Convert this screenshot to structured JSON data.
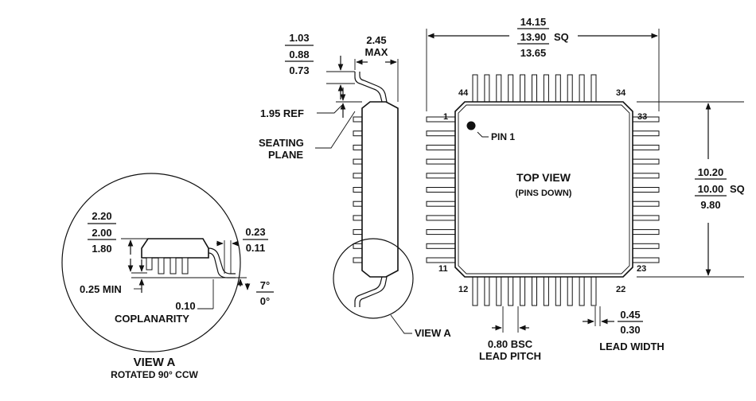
{
  "header": {
    "partial_text": ""
  },
  "top_view": {
    "title": "TOP VIEW",
    "subtitle": "(PINS DOWN)",
    "pin1_label": "PIN 1",
    "pin_numbers": {
      "p1": "1",
      "p11": "11",
      "p12": "12",
      "p22": "22",
      "p23": "23",
      "p33": "33",
      "p34": "34",
      "p44": "44"
    },
    "width_dims": {
      "max": "14.15",
      "nom": "13.90",
      "min": "13.65",
      "suffix": "SQ"
    },
    "height_dims": {
      "max": "10.20",
      "nom": "10.00",
      "min": "9.80",
      "suffix": "SQ"
    },
    "lead_pitch": {
      "value": "0.80 BSC",
      "label": "LEAD PITCH"
    },
    "lead_width": {
      "max": "0.45",
      "min": "0.30",
      "label": "LEAD WIDTH"
    }
  },
  "side_view": {
    "lead_dims": {
      "max": "1.03",
      "nom": "0.88",
      "min": "0.73"
    },
    "height_max": {
      "value": "2.45",
      "label": "MAX"
    },
    "ref": "1.95 REF",
    "seating_plane": [
      "SEATING",
      "PLANE"
    ],
    "view_ref": "VIEW A"
  },
  "detail_view": {
    "title": "VIEW A",
    "subtitle": "ROTATED 90° CCW",
    "height_dims": {
      "max": "2.20",
      "nom": "2.00",
      "min": "1.80"
    },
    "standoff": "0.25 MIN",
    "lead_thickness": {
      "max": "0.23",
      "min": "0.11"
    },
    "angle": {
      "max": "7°",
      "min": "0°"
    },
    "coplanarity": {
      "value": "0.10",
      "label": "COPLANARITY"
    }
  }
}
